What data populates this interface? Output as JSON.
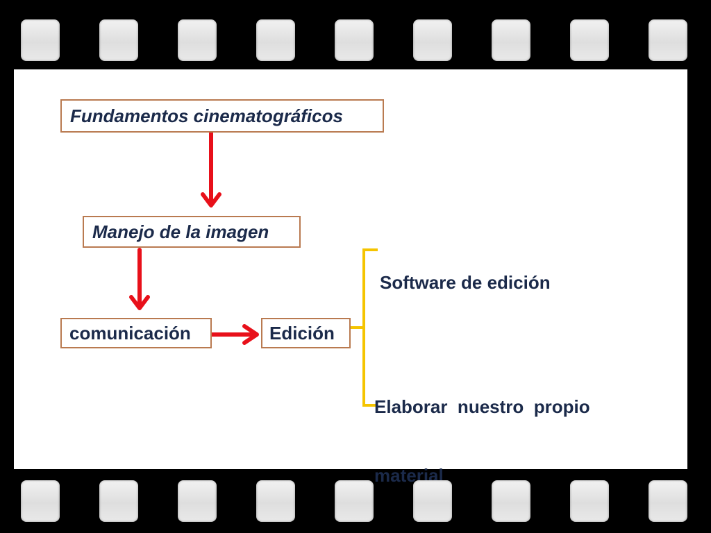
{
  "diagram": {
    "nodes": {
      "fundamentos": "Fundamentos cinematográficos",
      "manejo": "Manejo de la imagen",
      "comunicacion": "comunicación",
      "edicion": "Edición"
    },
    "branches": {
      "software": "Software de edición",
      "elaborar_line1": "Elaborar  nuestro  propio",
      "elaborar_line2": "material"
    }
  },
  "colors": {
    "frame": "#000000",
    "sprocket_hole": "#e6e6e6",
    "slide": "#ffffff",
    "box_border": "#b97a50",
    "text": "#1b2a4a",
    "arrow": "#e8101a",
    "bracket": "#f5c400"
  }
}
